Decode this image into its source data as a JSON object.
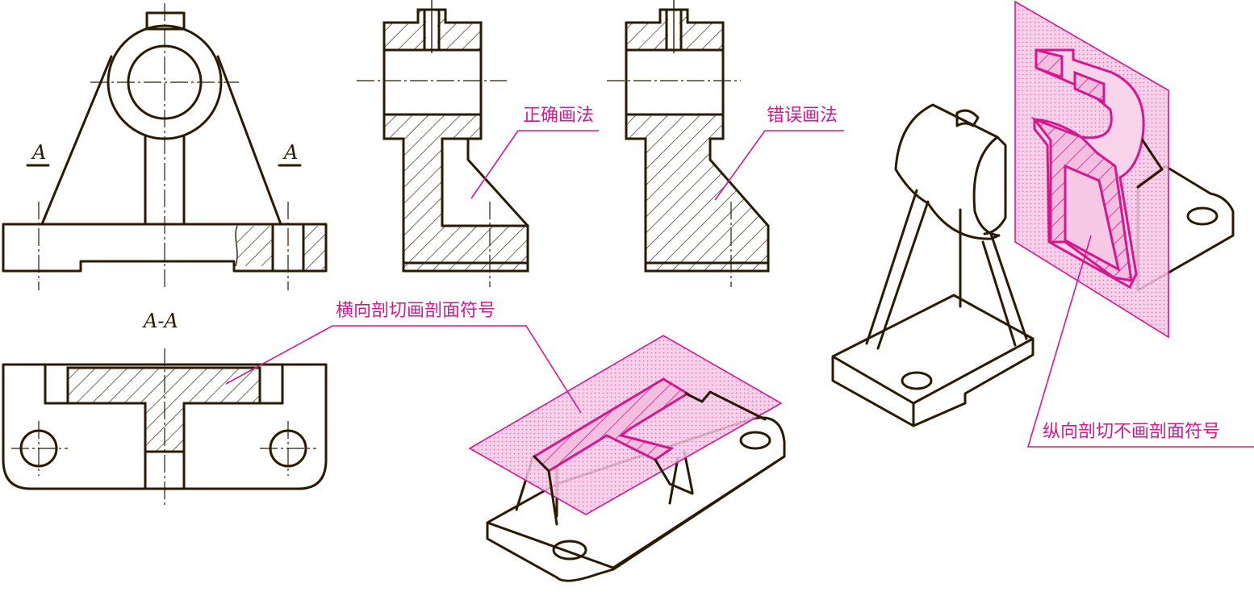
{
  "labels": {
    "correct": "正确画法",
    "wrong": "错误画法",
    "transverse": "横向剖切画剖面符号",
    "longitudinal": "纵向剖切不画剖面符号",
    "section_title": "A-A",
    "cut_mark_left": "A",
    "cut_mark_right": "A"
  },
  "colors": {
    "outline": "#2a1a00",
    "accent": "#d4188f",
    "background": "#ffffff"
  }
}
